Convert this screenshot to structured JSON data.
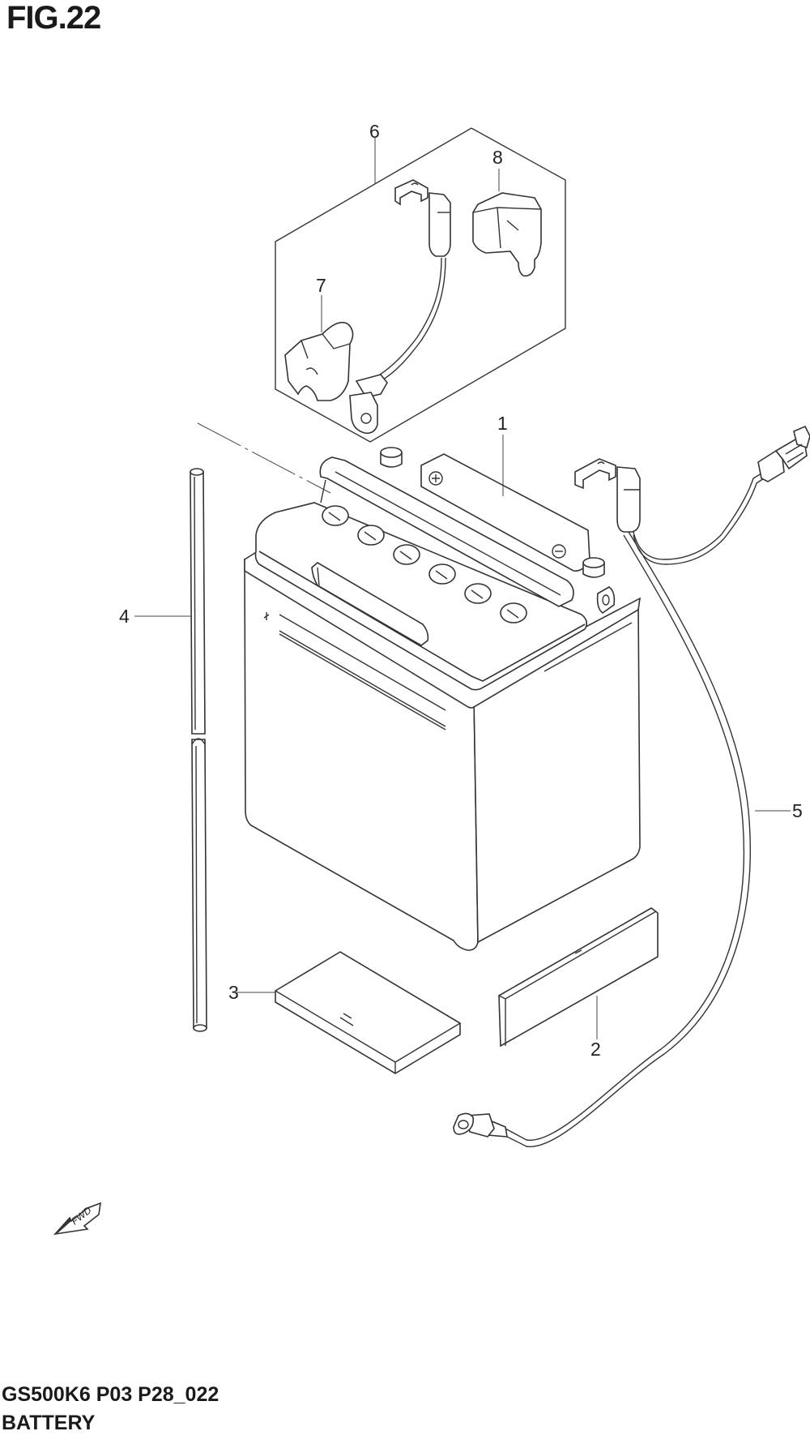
{
  "figure_title": "FIG.22",
  "model_code": "GS500K6 P03 P28_022",
  "section_name": "BATTERY",
  "callouts": [
    {
      "label": "1",
      "part": "battery"
    },
    {
      "label": "2",
      "part": "pad-2"
    },
    {
      "label": "3",
      "part": "pad-3"
    },
    {
      "label": "4",
      "part": "breather-tube"
    },
    {
      "label": "5",
      "part": "wire-harness"
    },
    {
      "label": "6",
      "part": "terminal-set"
    },
    {
      "label": "7",
      "part": "terminal-cover-7"
    },
    {
      "label": "8",
      "part": "terminal-cover-8"
    }
  ],
  "fwd_label": "FWD"
}
